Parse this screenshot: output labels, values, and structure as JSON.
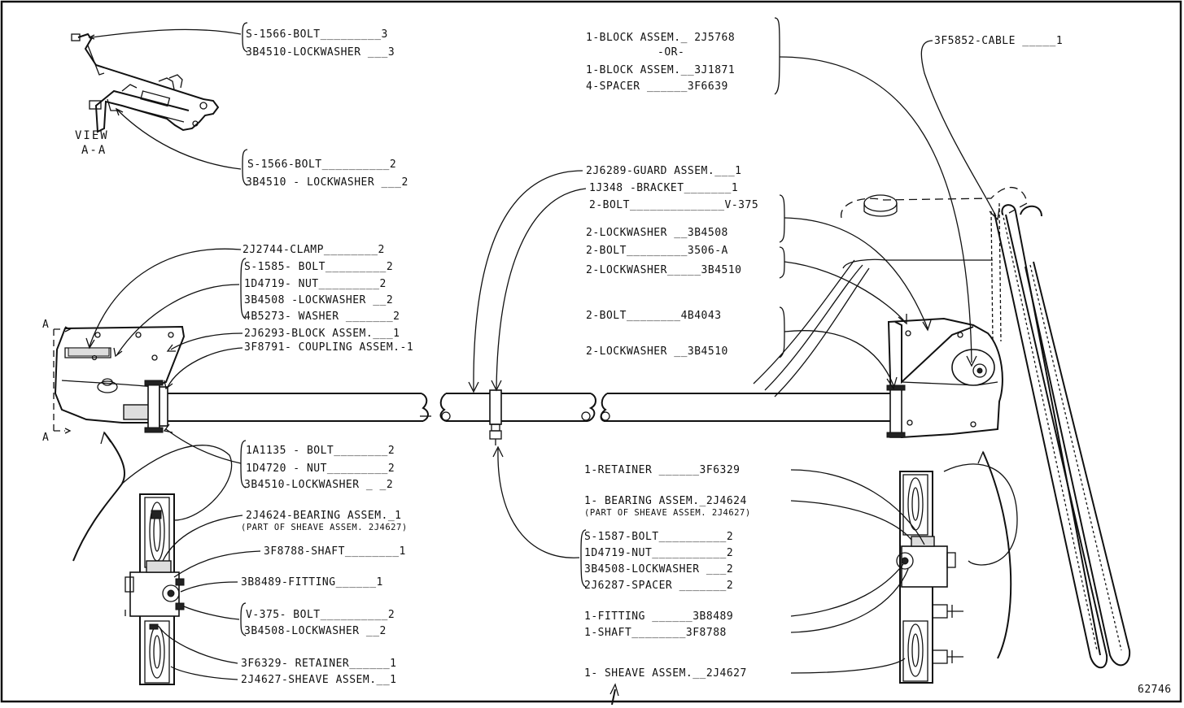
{
  "drawing_number": "62746",
  "view_label": [
    "VIEW",
    "A-A"
  ],
  "section_marks": [
    "A",
    "A"
  ],
  "callouts": {
    "view_top": [
      "S-1566-BOLT_________3",
      "3B4510-LOCKWASHER ___3"
    ],
    "view_bottom": [
      "S-1566-BOLT__________2",
      "3B4510 - LOCKWASHER ___2"
    ],
    "clamp": "2J2744-CLAMP________2",
    "clamp_hw": [
      "S-1585- BOLT_________2",
      "1D4719- NUT_________2",
      "3B4508 -LOCKWASHER __2",
      "4B5273- WASHER _______2"
    ],
    "block_left": "2J6293-BLOCK ASSEM.___1",
    "coupling": "3F8791- COUPLING ASSEM.-1",
    "coupling_hw": [
      "1A1135 - BOLT________2",
      "1D4720 - NUT_________2",
      "3B4510-LOCKWASHER _ _2"
    ],
    "left_sheave": [
      [
        "2J4624-BEARING ASSEM._1",
        "(PART OF SHEAVE ASSEM. 2J4627)"
      ],
      [
        "3F8788-SHAFT________1"
      ],
      [
        "3B8489-FITTING______1"
      ],
      [
        "V-375- BOLT__________2",
        "3B4508-LOCKWASHER __2"
      ],
      [
        "3F6329- RETAINER______1"
      ],
      [
        "2J4627-SHEAVE ASSEM.__1"
      ]
    ],
    "block_right": [
      "1-BLOCK ASSEM._ 2J5768",
      "-OR-",
      "1-BLOCK ASSEM.__3J1871",
      "4-SPACER ______3F6639"
    ],
    "cable": "3F5852-CABLE _____1",
    "guard": "2J6289-GUARD ASSEM.___1",
    "bracket": "1J348 -BRACKET_______1",
    "bracket_hw": [
      "2-BOLT______________V-375",
      "2-LOCKWASHER __3B4508"
    ],
    "bolt_3506": [
      "2-BOLT_________3506-A",
      "2-LOCKWASHER_____3B4510"
    ],
    "bolt_4b4043": [
      "2-BOLT________4B4043",
      "2-LOCKWASHER __3B4510"
    ],
    "right_sheave": [
      "1-RETAINER ______3F6329",
      "1- BEARING ASSEM._2J4624",
      "(PART OF SHEAVE ASSEM. 2J4627)",
      "1-FITTING ______3B8489",
      "1-SHAFT________3F8788",
      "1- SHEAVE ASSEM.__2J4627"
    ],
    "guard_hw": [
      "S-1587-BOLT__________2",
      "1D4719-NUT___________2",
      "3B4508-LOCKWASHER ___2",
      "2J6287-SPACER _______2"
    ]
  }
}
